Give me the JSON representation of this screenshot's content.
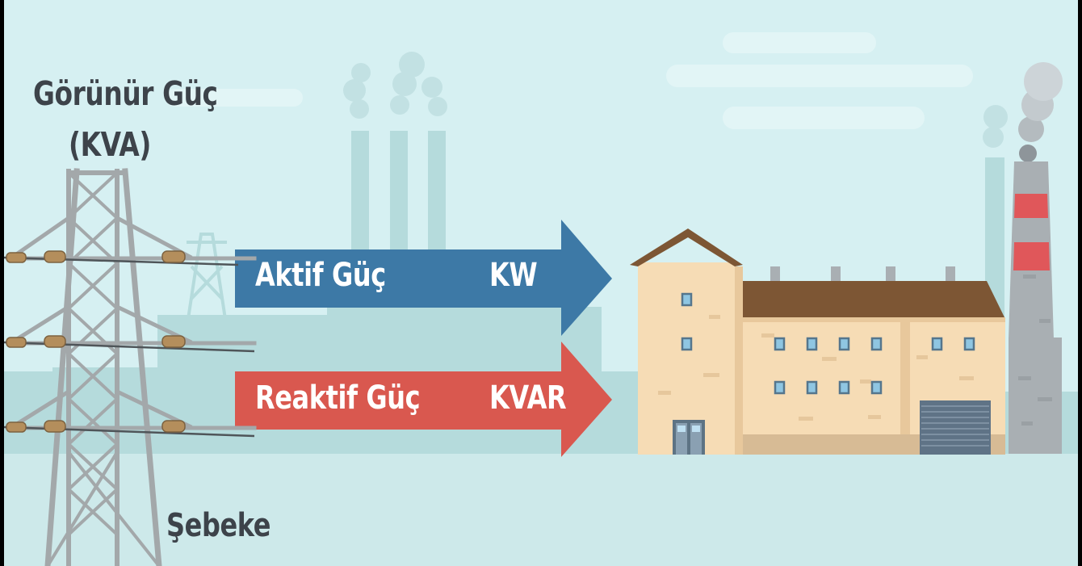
{
  "labels": {
    "apparent_power_line1": "Görünür Güç",
    "apparent_power_line2": "(KVA)",
    "grid": "Şebeke"
  },
  "arrows": {
    "active": {
      "name": "Aktif Güç",
      "unit": "KW",
      "color": "#3d79a6"
    },
    "reactive": {
      "name": "Reaktif Güç",
      "unit": "KVAR",
      "color": "#d9584f"
    }
  },
  "colors": {
    "sky": "#d6f0f2",
    "ground": "#cde9ea",
    "haze_buildings": "#b5dbdc",
    "tower_metal": "#a3a8aa",
    "factory_wall": "#f6dcb5",
    "factory_roof": "#7d5634",
    "chimney_stripe": "#e0575a"
  },
  "icons": [
    "transmission-tower-icon",
    "factory-icon",
    "smoking-chimney-icon"
  ]
}
